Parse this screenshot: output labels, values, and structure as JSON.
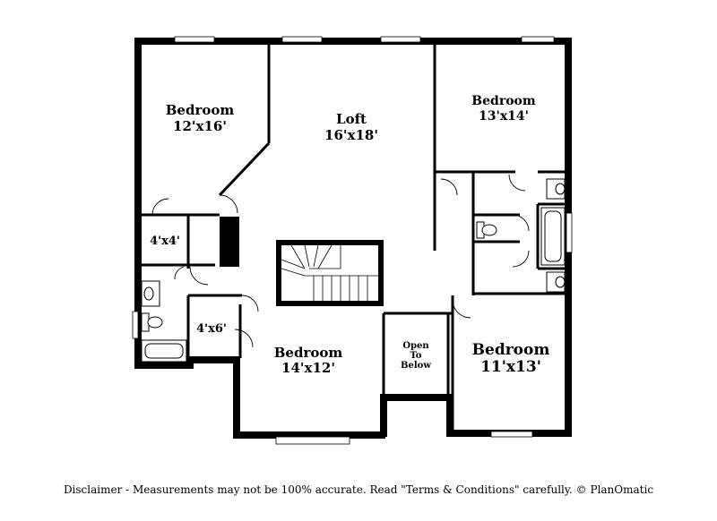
{
  "rooms": {
    "bedroom_nw": {
      "name": "Bedroom",
      "dim": "12'x16'"
    },
    "loft": {
      "name": "Loft",
      "dim": "16'x18'"
    },
    "bedroom_ne": {
      "name": "Bedroom",
      "dim": "13'x14'"
    },
    "closet_a": {
      "dim": "4'x4'"
    },
    "closet_b": {
      "dim": "4'x6'"
    },
    "bedroom_s": {
      "name": "Bedroom",
      "dim": "14'x12'"
    },
    "open_to_below": {
      "line1": "Open",
      "line2": "To",
      "line3": "Below"
    },
    "bedroom_se": {
      "name": "Bedroom",
      "dim": "11'x13'"
    }
  },
  "disclaimer": "Disclaimer - Measurements may not be 100% accurate. Read \"Terms & Conditions\" carefully. © PlanOmatic"
}
